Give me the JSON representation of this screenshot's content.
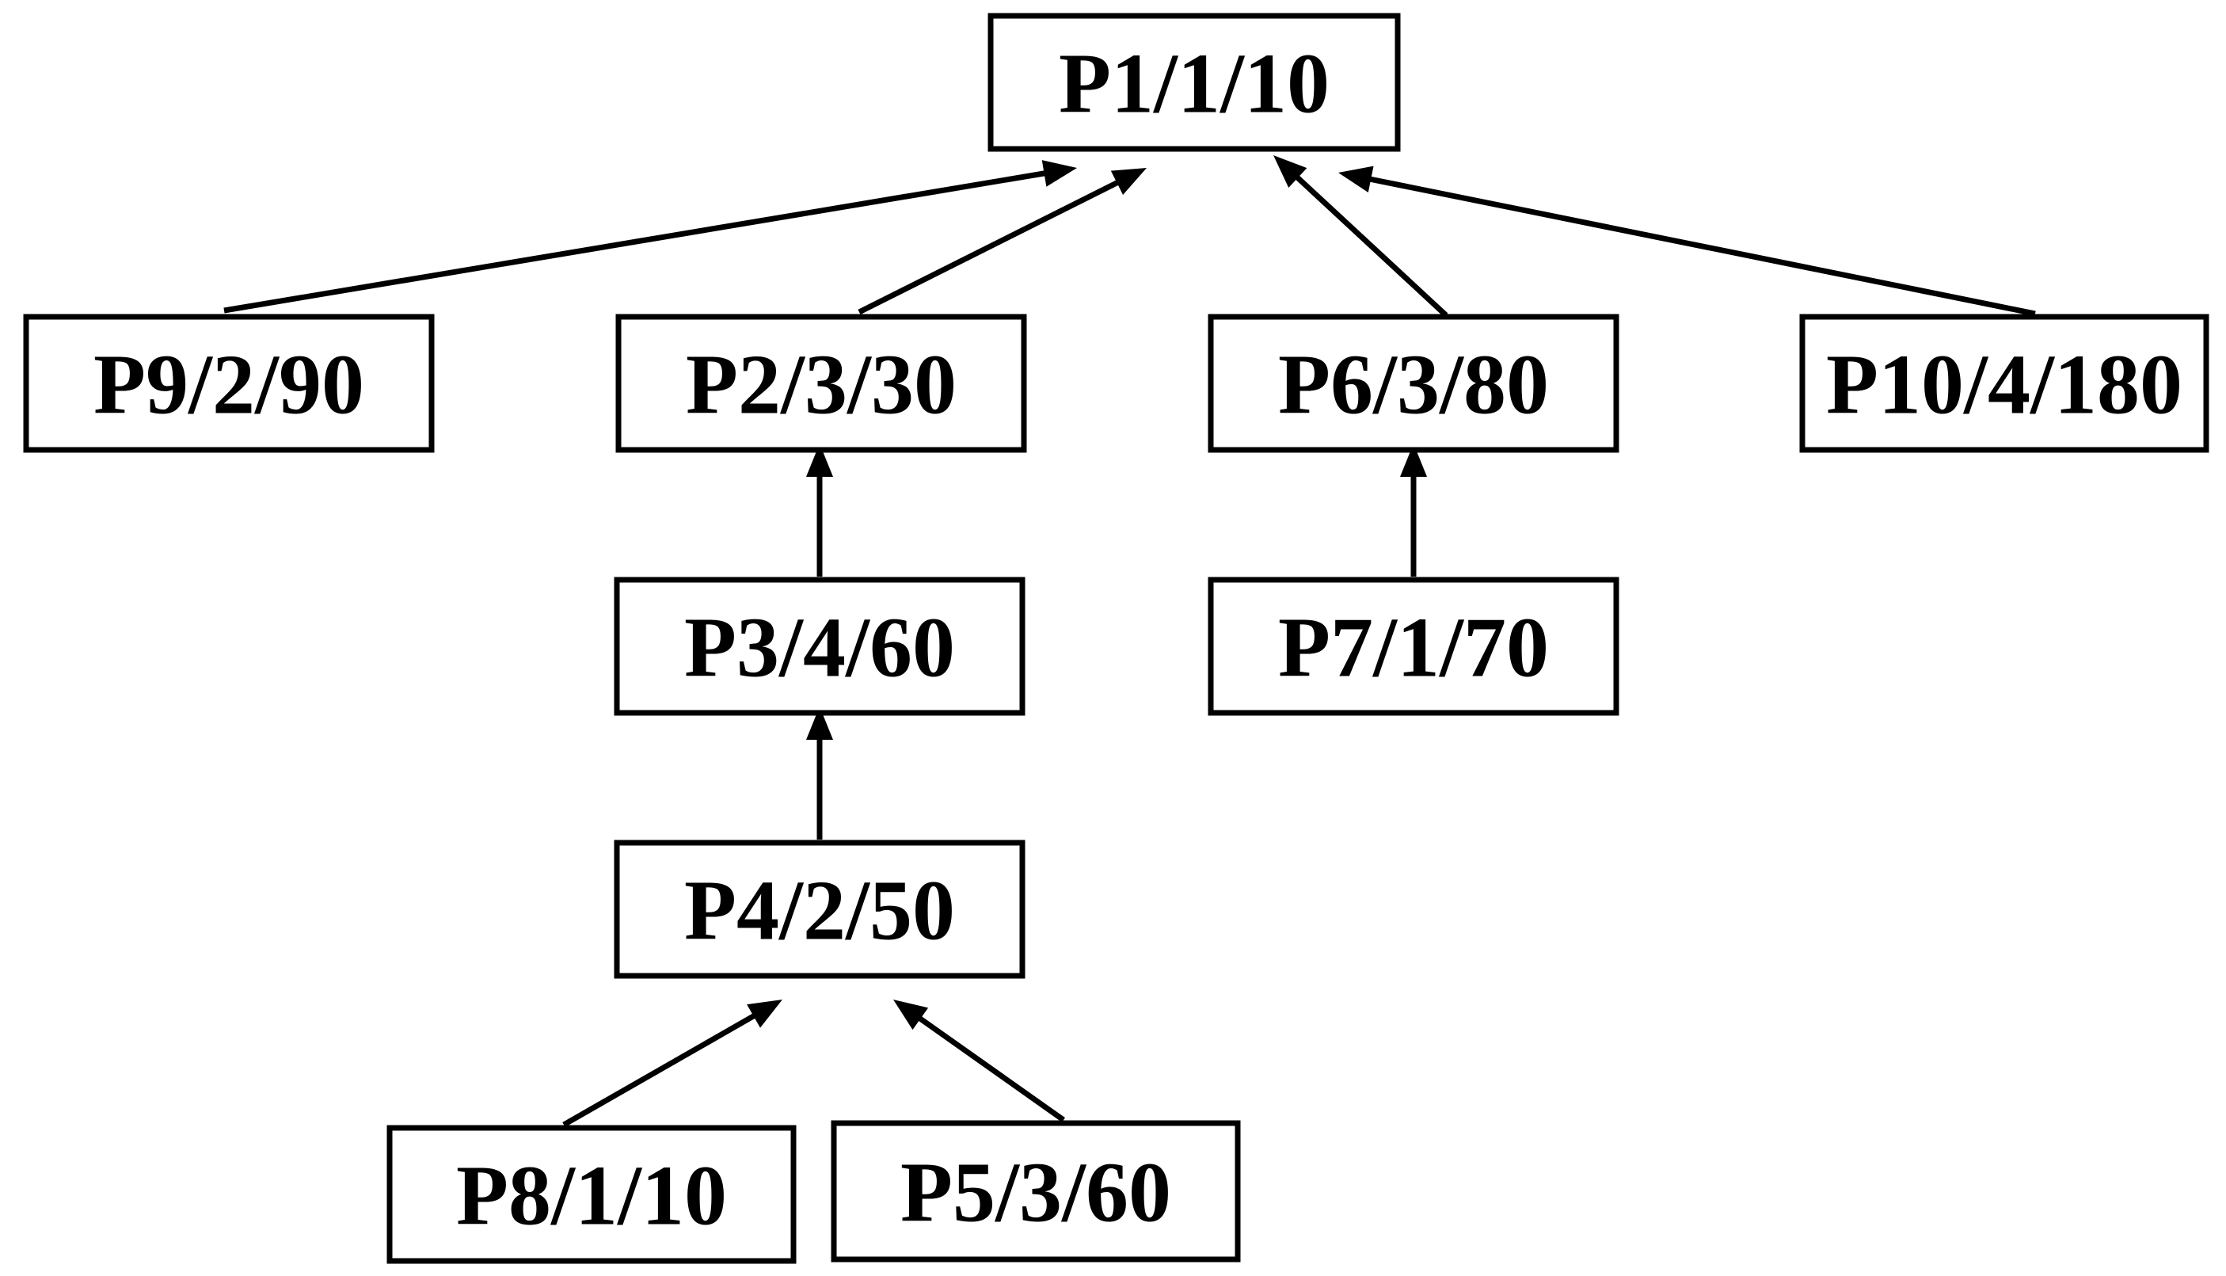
{
  "diagram": {
    "type": "tree",
    "colors": {
      "stroke": "#000000",
      "background": "#ffffff",
      "text": "#000000"
    },
    "nodes": [
      {
        "id": "p1",
        "label": "P1/1/10"
      },
      {
        "id": "p9",
        "label": "P9/2/90"
      },
      {
        "id": "p2",
        "label": "P2/3/30"
      },
      {
        "id": "p6",
        "label": "P6/3/80"
      },
      {
        "id": "p10",
        "label": "P10/4/180"
      },
      {
        "id": "p3",
        "label": "P3/4/60"
      },
      {
        "id": "p7",
        "label": "P7/1/70"
      },
      {
        "id": "p4",
        "label": "P4/2/50"
      },
      {
        "id": "p8",
        "label": "P8/1/10"
      },
      {
        "id": "p5",
        "label": "P5/3/60"
      }
    ],
    "edges": [
      {
        "from": "p9",
        "to": "p1"
      },
      {
        "from": "p2",
        "to": "p1"
      },
      {
        "from": "p6",
        "to": "p1"
      },
      {
        "from": "p10",
        "to": "p1"
      },
      {
        "from": "p3",
        "to": "p2"
      },
      {
        "from": "p7",
        "to": "p6"
      },
      {
        "from": "p4",
        "to": "p3"
      },
      {
        "from": "p8",
        "to": "p4"
      },
      {
        "from": "p5",
        "to": "p4"
      }
    ]
  }
}
